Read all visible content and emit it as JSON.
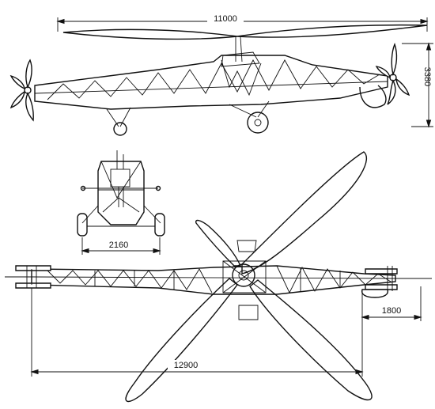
{
  "dimensions": {
    "rotor_span": "11000",
    "height": "3380",
    "track": "2160",
    "tail_offset": "1800",
    "total_length": "12900"
  }
}
